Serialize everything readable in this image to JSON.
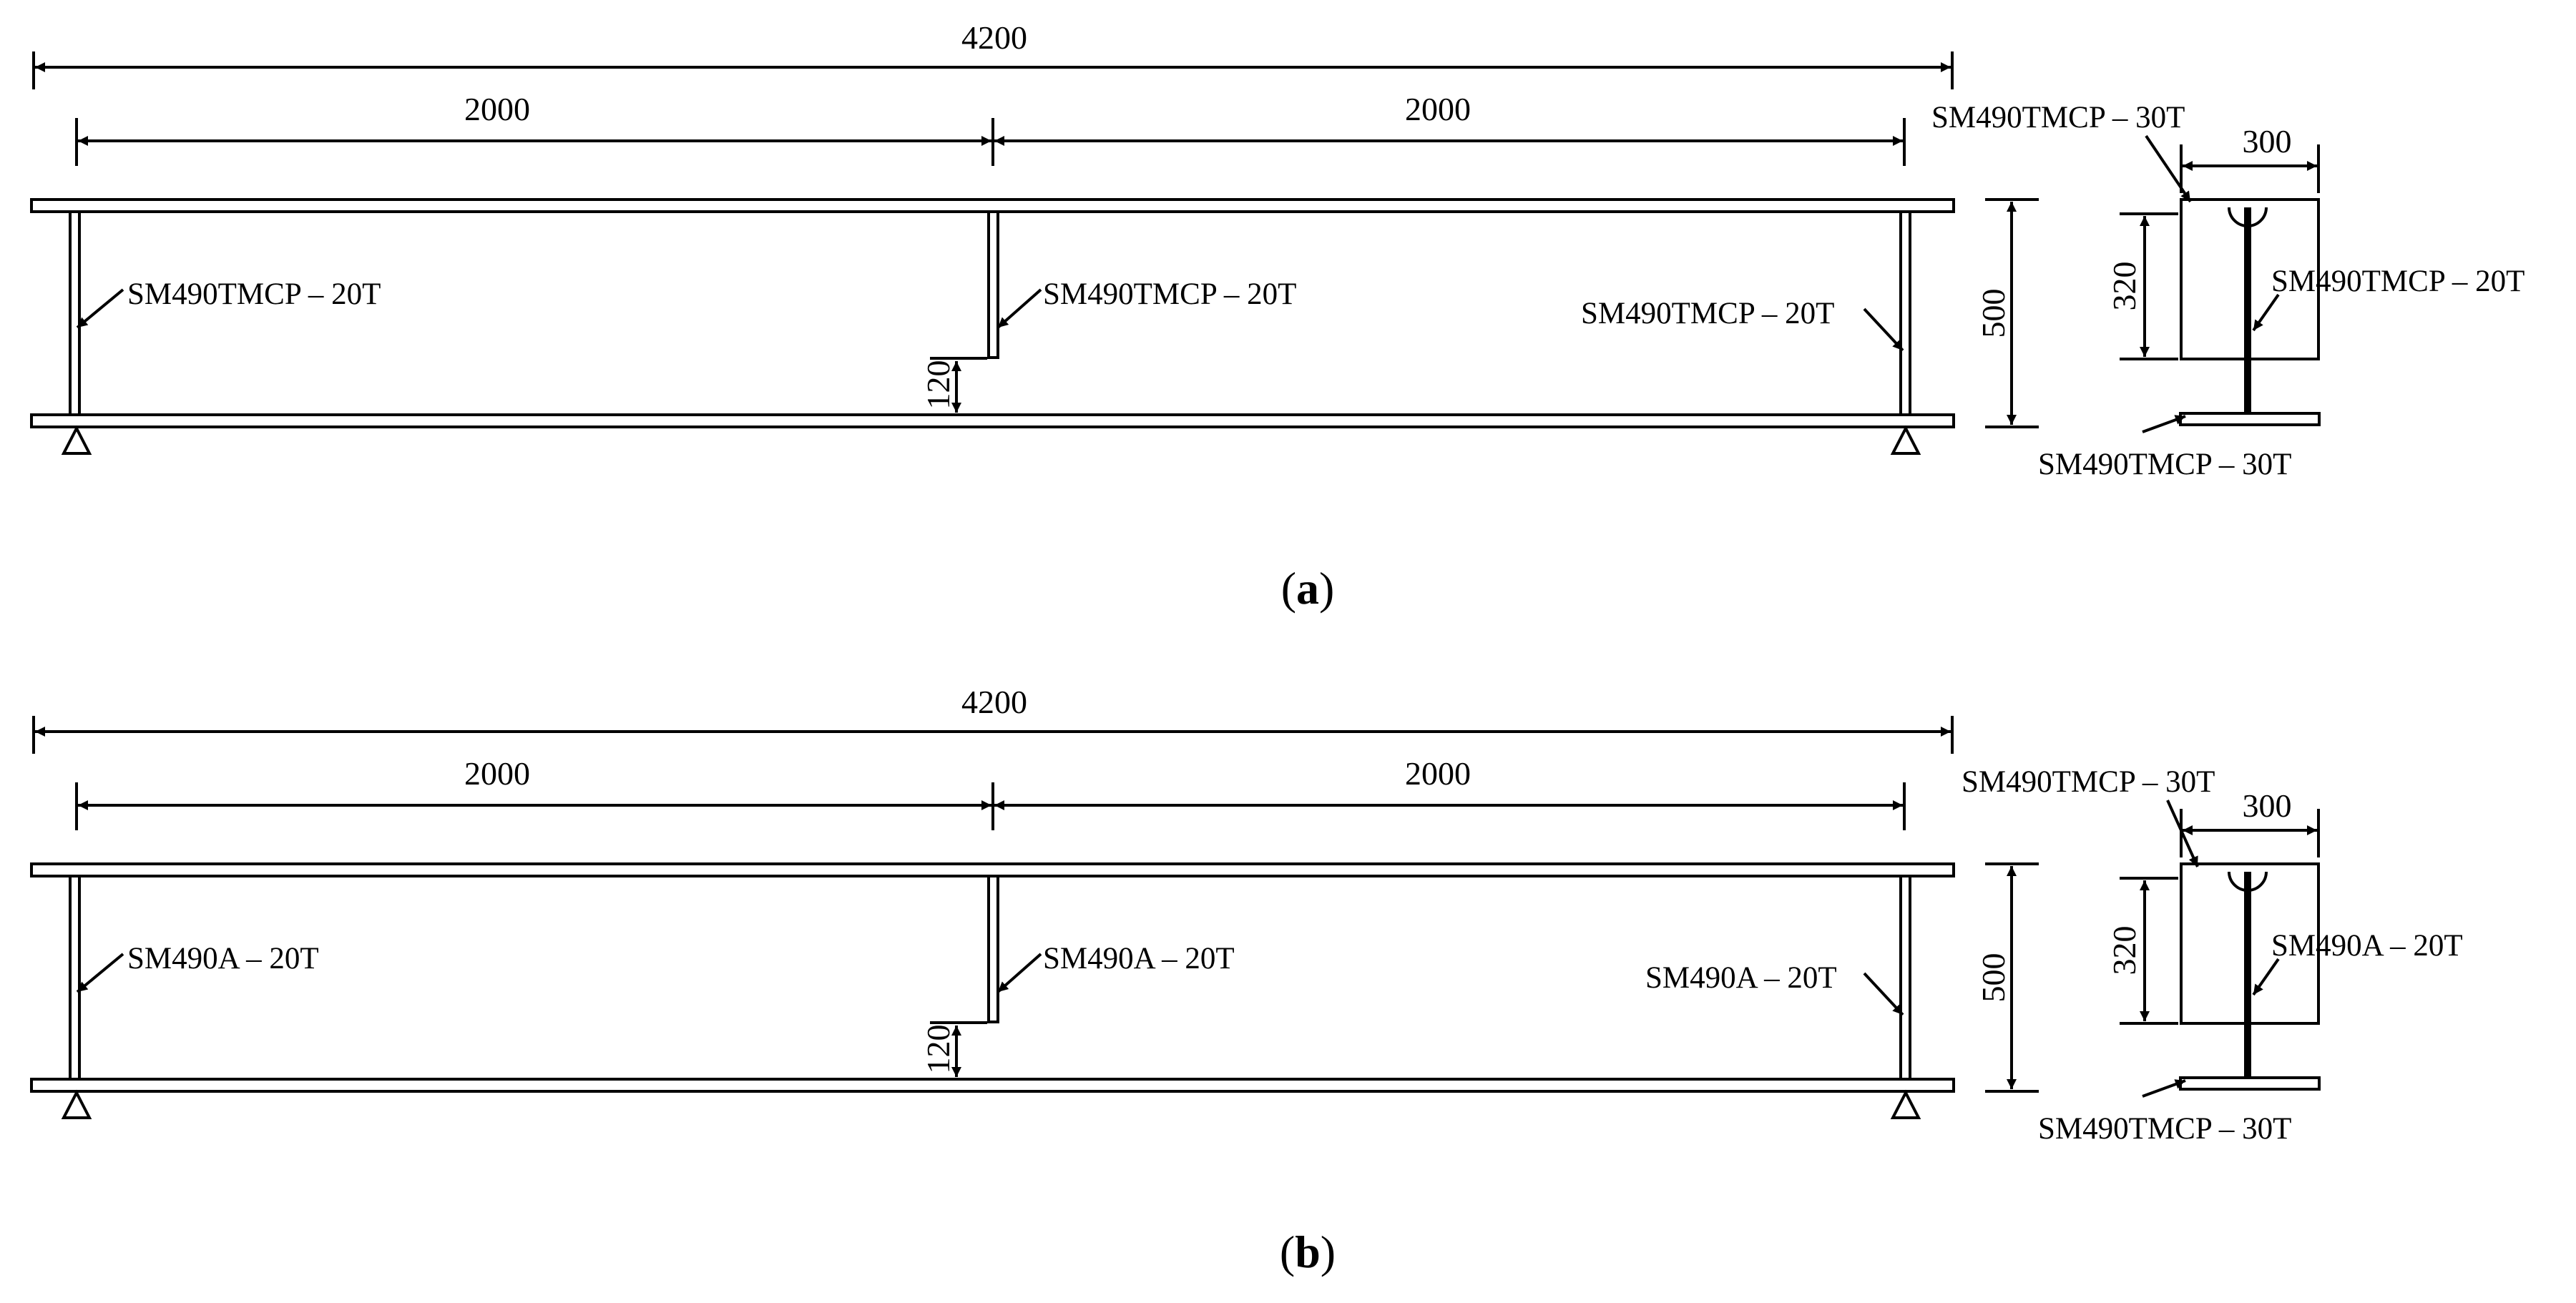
{
  "panels": [
    {
      "caption_open": "(",
      "caption_letter": "a",
      "caption_close": ")",
      "dims": {
        "overall": "4200",
        "left_span": "2000",
        "right_span": "2000",
        "depth": "500",
        "stiffener_gap": "120",
        "flange_width": "300",
        "web_detail": "320"
      },
      "stiffener_labels": {
        "left": "SM490TMCP – 20T",
        "middle": "SM490TMCP – 20T",
        "right": "SM490TMCP – 20T"
      },
      "section_labels": {
        "top_flange": "SM490TMCP – 30T",
        "web": "SM490TMCP – 20T",
        "bottom_flange": "SM490TMCP – 30T"
      }
    },
    {
      "caption_open": "(",
      "caption_letter": "b",
      "caption_close": ")",
      "dims": {
        "overall": "4200",
        "left_span": "2000",
        "right_span": "2000",
        "depth": "500",
        "stiffener_gap": "120",
        "flange_width": "300",
        "web_detail": "320"
      },
      "stiffener_labels": {
        "left": "SM490A – 20T",
        "middle": "SM490A – 20T",
        "right": "SM490A – 20T"
      },
      "section_labels": {
        "top_flange": "SM490TMCP – 30T",
        "web": "SM490A – 20T",
        "bottom_flange": "SM490TMCP – 30T"
      }
    }
  ]
}
